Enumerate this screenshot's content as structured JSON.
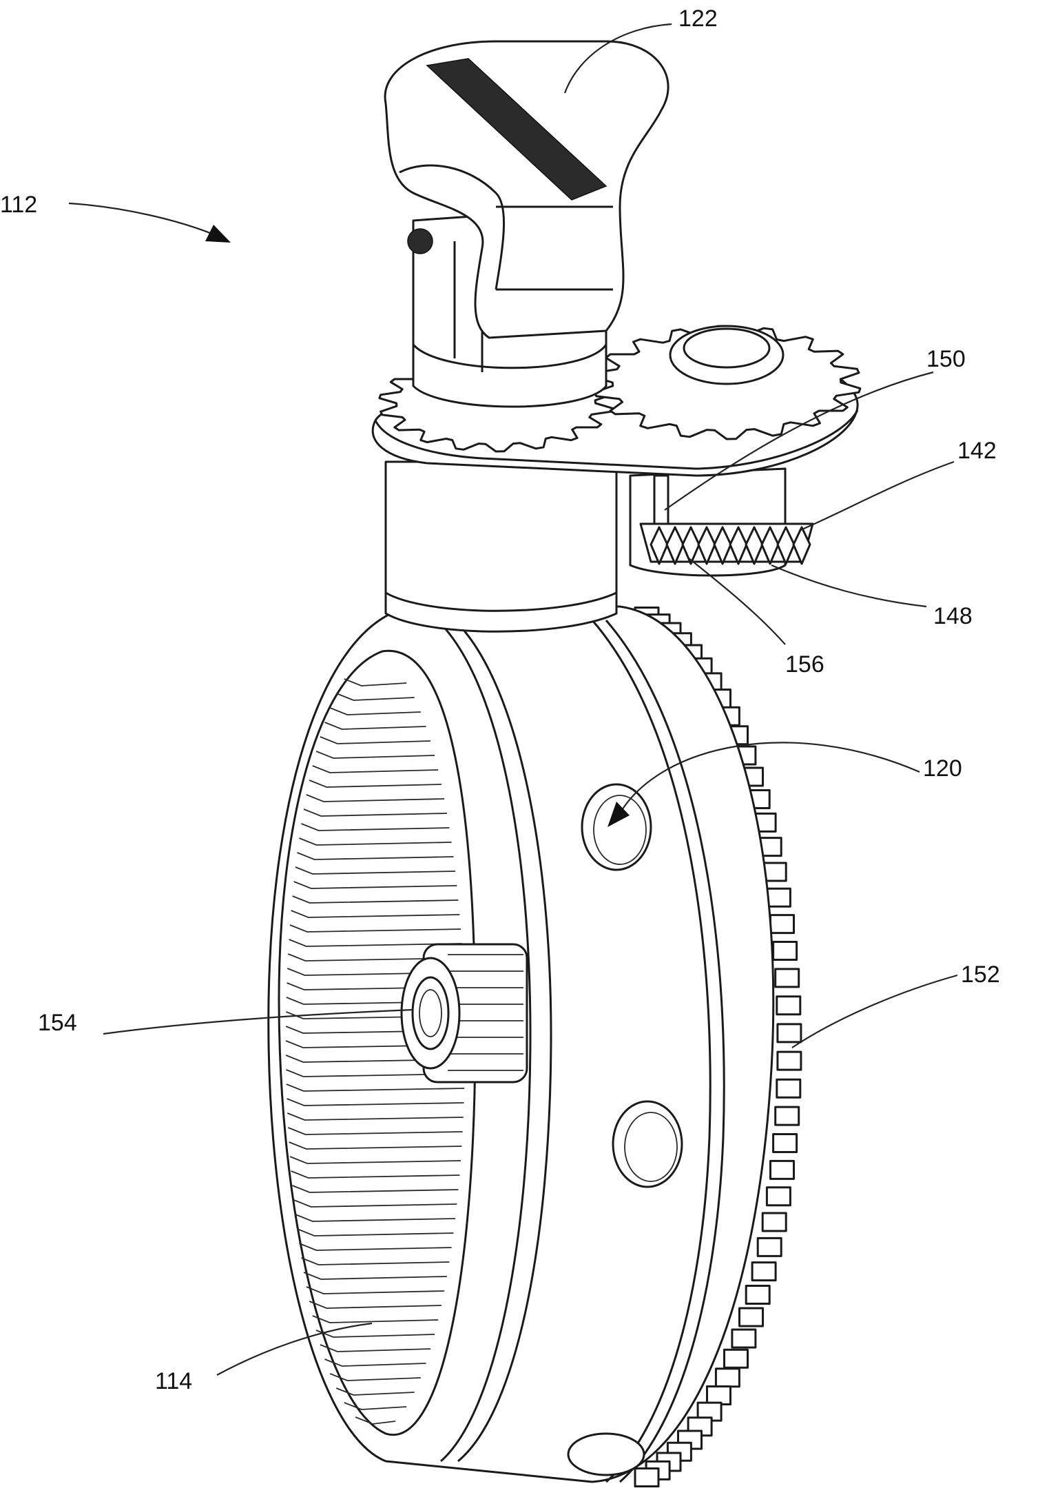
{
  "figure": {
    "reference_labels": {
      "assembly": "112",
      "handle": "122",
      "ring_gear": "114",
      "drive_gear": "120",
      "pinion_142": "142",
      "pinion_150": "150",
      "gear_148": "148",
      "gear_156": "156",
      "outer_teeth": "152",
      "planet_gear": "154"
    }
  },
  "colors": {
    "ink": "#1a1a1a",
    "paper": "#ffffff"
  }
}
